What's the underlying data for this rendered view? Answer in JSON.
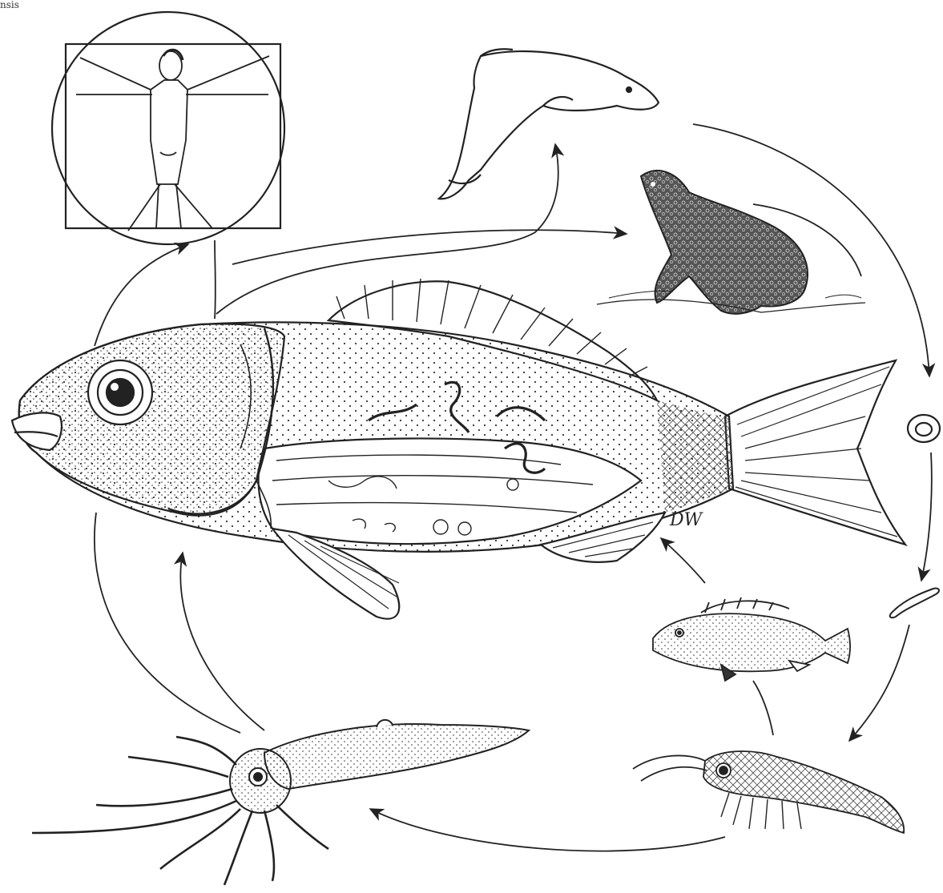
{
  "figure": {
    "artist_initials": "DW",
    "corner_fragment": "nsis"
  },
  "palette": {
    "paper": "#ffffff",
    "ink": "#262626"
  },
  "organisms": [
    {
      "id": "human",
      "icon": "vitruvian-human-icon"
    },
    {
      "id": "dolphin",
      "icon": "dolphin-icon"
    },
    {
      "id": "seal",
      "icon": "seal-icon"
    },
    {
      "id": "egg",
      "icon": "egg-icon"
    },
    {
      "id": "larva",
      "icon": "larva-icon"
    },
    {
      "id": "small-fish",
      "icon": "small-fish-icon"
    },
    {
      "id": "krill",
      "icon": "krill-icon"
    },
    {
      "id": "squid",
      "icon": "squid-icon"
    },
    {
      "id": "host-fish",
      "icon": "host-fish-icon"
    }
  ],
  "cycle_arrows": [
    {
      "from": "dolphin",
      "to": "egg"
    },
    {
      "from": "seal",
      "to": "egg"
    },
    {
      "from": "egg",
      "to": "larva"
    },
    {
      "from": "larva",
      "to": "krill"
    },
    {
      "from": "krill",
      "to": "small-fish"
    },
    {
      "from": "small-fish",
      "to": "host-fish"
    },
    {
      "from": "krill",
      "to": "squid"
    },
    {
      "from": "squid",
      "to": "host-fish"
    },
    {
      "from": "host-fish",
      "to": "human"
    },
    {
      "from": "host-fish",
      "to": "dolphin"
    },
    {
      "from": "host-fish",
      "to": "seal"
    }
  ]
}
